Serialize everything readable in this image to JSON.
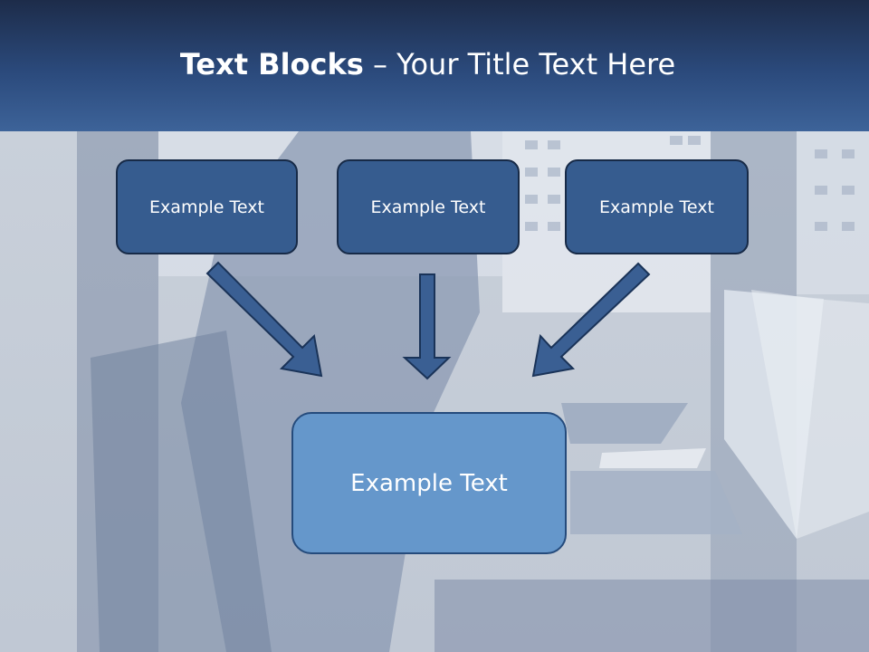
{
  "slide": {
    "title_bold": "Text Blocks",
    "title_dash": "–",
    "title_rest": "Your Title Text Here"
  },
  "blocks": {
    "top": [
      {
        "label": "Example Text"
      },
      {
        "label": "Example Text"
      },
      {
        "label": "Example Text"
      }
    ],
    "bottom": {
      "label": "Example Text"
    }
  },
  "colors": {
    "header_dark": "#1d2c4a",
    "header_light": "#3d6399",
    "block_fill": "#365c8f",
    "block_border": "#172a47",
    "target_fill": "#6597cb",
    "arrow_fill": "#3a5f93"
  }
}
